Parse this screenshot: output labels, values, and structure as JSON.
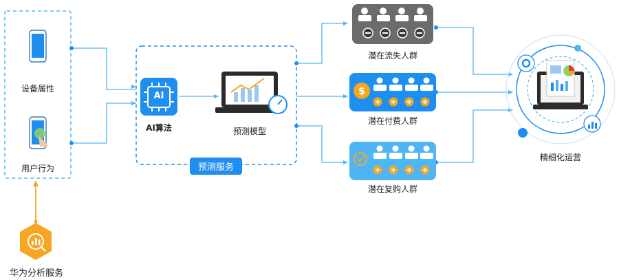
{
  "left_box": {
    "device_label": "设备属性",
    "user_label": "用户行为"
  },
  "source": {
    "label": "华为分析服务"
  },
  "center_box": {
    "ai_label": "AI算法",
    "ai_chip_text": "AI",
    "model_label": "预测模型",
    "service_badge": "预测服务"
  },
  "groups": {
    "churn_label": "潜在流失人群",
    "pay_label": "潜在付费人群",
    "repurchase_label": "潜在复购人群"
  },
  "result": {
    "label": "精细化运营"
  },
  "colors": {
    "primary": "#1f8ef1",
    "light_blue": "#4fb6f6",
    "gray": "#6b6b6b",
    "orange": "#f5a623"
  }
}
